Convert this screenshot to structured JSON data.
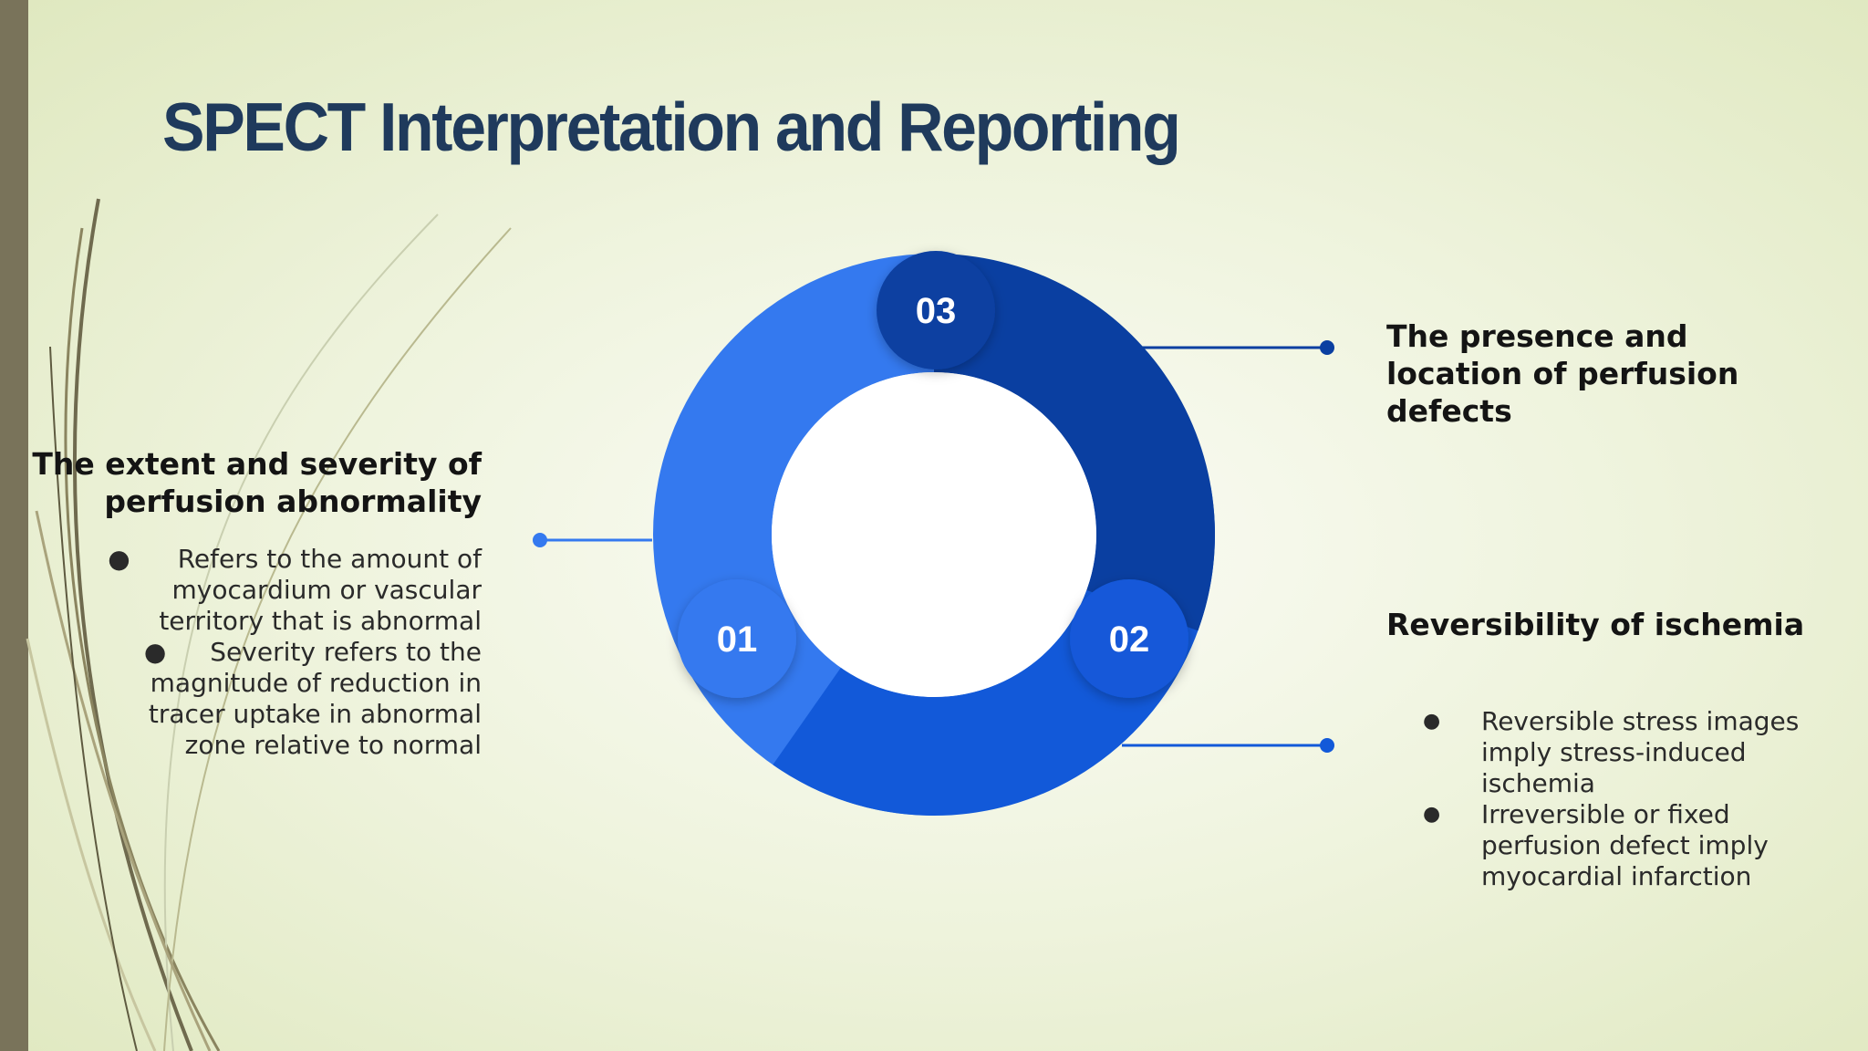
{
  "slide": {
    "title": "SPECT Interpretation and Reporting"
  },
  "diagram": {
    "segments": [
      {
        "number": "01",
        "color": "#3479ef"
      },
      {
        "number": "02",
        "color": "#1259d9"
      },
      {
        "number": "03",
        "color": "#0a3fa1"
      }
    ],
    "left": {
      "heading": "The extent and severity of perfusion abnormality",
      "bullets": [
        "Refers to the amount of myocardium or vascular territory that is abnormal",
        "Severity refers to the magnitude of reduction in tracer uptake in abnormal zone relative to normal"
      ],
      "lines": [
        "Refers to the amount of",
        "myocardium or vascular",
        "territory that is abnormal",
        "Severity refers to the",
        "magnitude of reduction in",
        "tracer uptake in abnormal",
        "zone relative to normal"
      ]
    },
    "right_top": {
      "heading": "The presence and location of perfusion defects"
    },
    "right_bottom": {
      "heading": "Reversibility of ischemia",
      "bullets": [
        "Reversible stress images imply stress-induced ischemia",
        "Irreversible or fixed perfusion defect imply myocardial infarction"
      ]
    }
  },
  "colors": {
    "title": "#1f3a5c",
    "side_bar": "#79735a",
    "connector_light": "#3479ef",
    "connector_dark": "#0a3fa1",
    "connector_mid": "#1259d9"
  }
}
